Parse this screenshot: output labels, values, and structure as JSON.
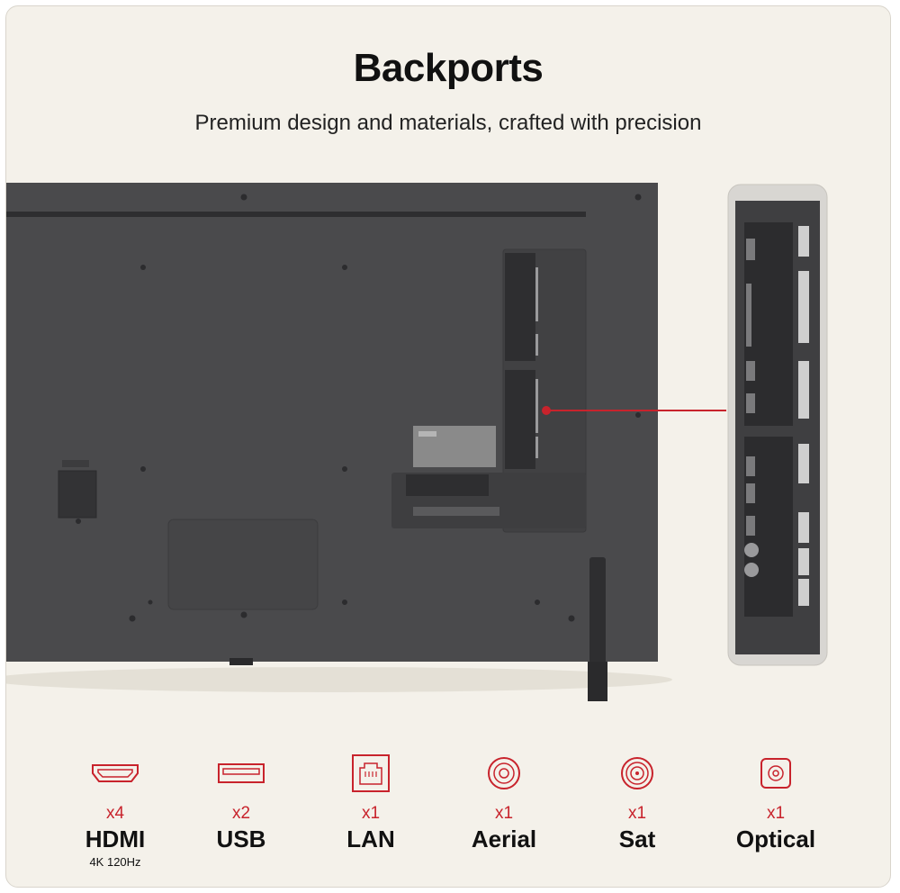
{
  "header": {
    "title": "Backports",
    "subtitle": "Premium design and materials, crafted with precision"
  },
  "colors": {
    "accent": "#c8232c",
    "background": "#f4f1ea",
    "tv_body": "#4a4a4c"
  },
  "ports": [
    {
      "count": "x4",
      "name": "HDMI",
      "sub": "4K 120Hz",
      "icon": "hdmi-icon"
    },
    {
      "count": "x2",
      "name": "USB",
      "sub": "",
      "icon": "usb-icon"
    },
    {
      "count": "x1",
      "name": "LAN",
      "sub": "",
      "icon": "lan-icon"
    },
    {
      "count": "x1",
      "name": "Aerial",
      "sub": "",
      "icon": "aerial-icon"
    },
    {
      "count": "x1",
      "name": "Sat",
      "sub": "",
      "icon": "sat-icon"
    },
    {
      "count": "x1",
      "name": "Optical",
      "sub": "",
      "icon": "optical-icon"
    }
  ]
}
